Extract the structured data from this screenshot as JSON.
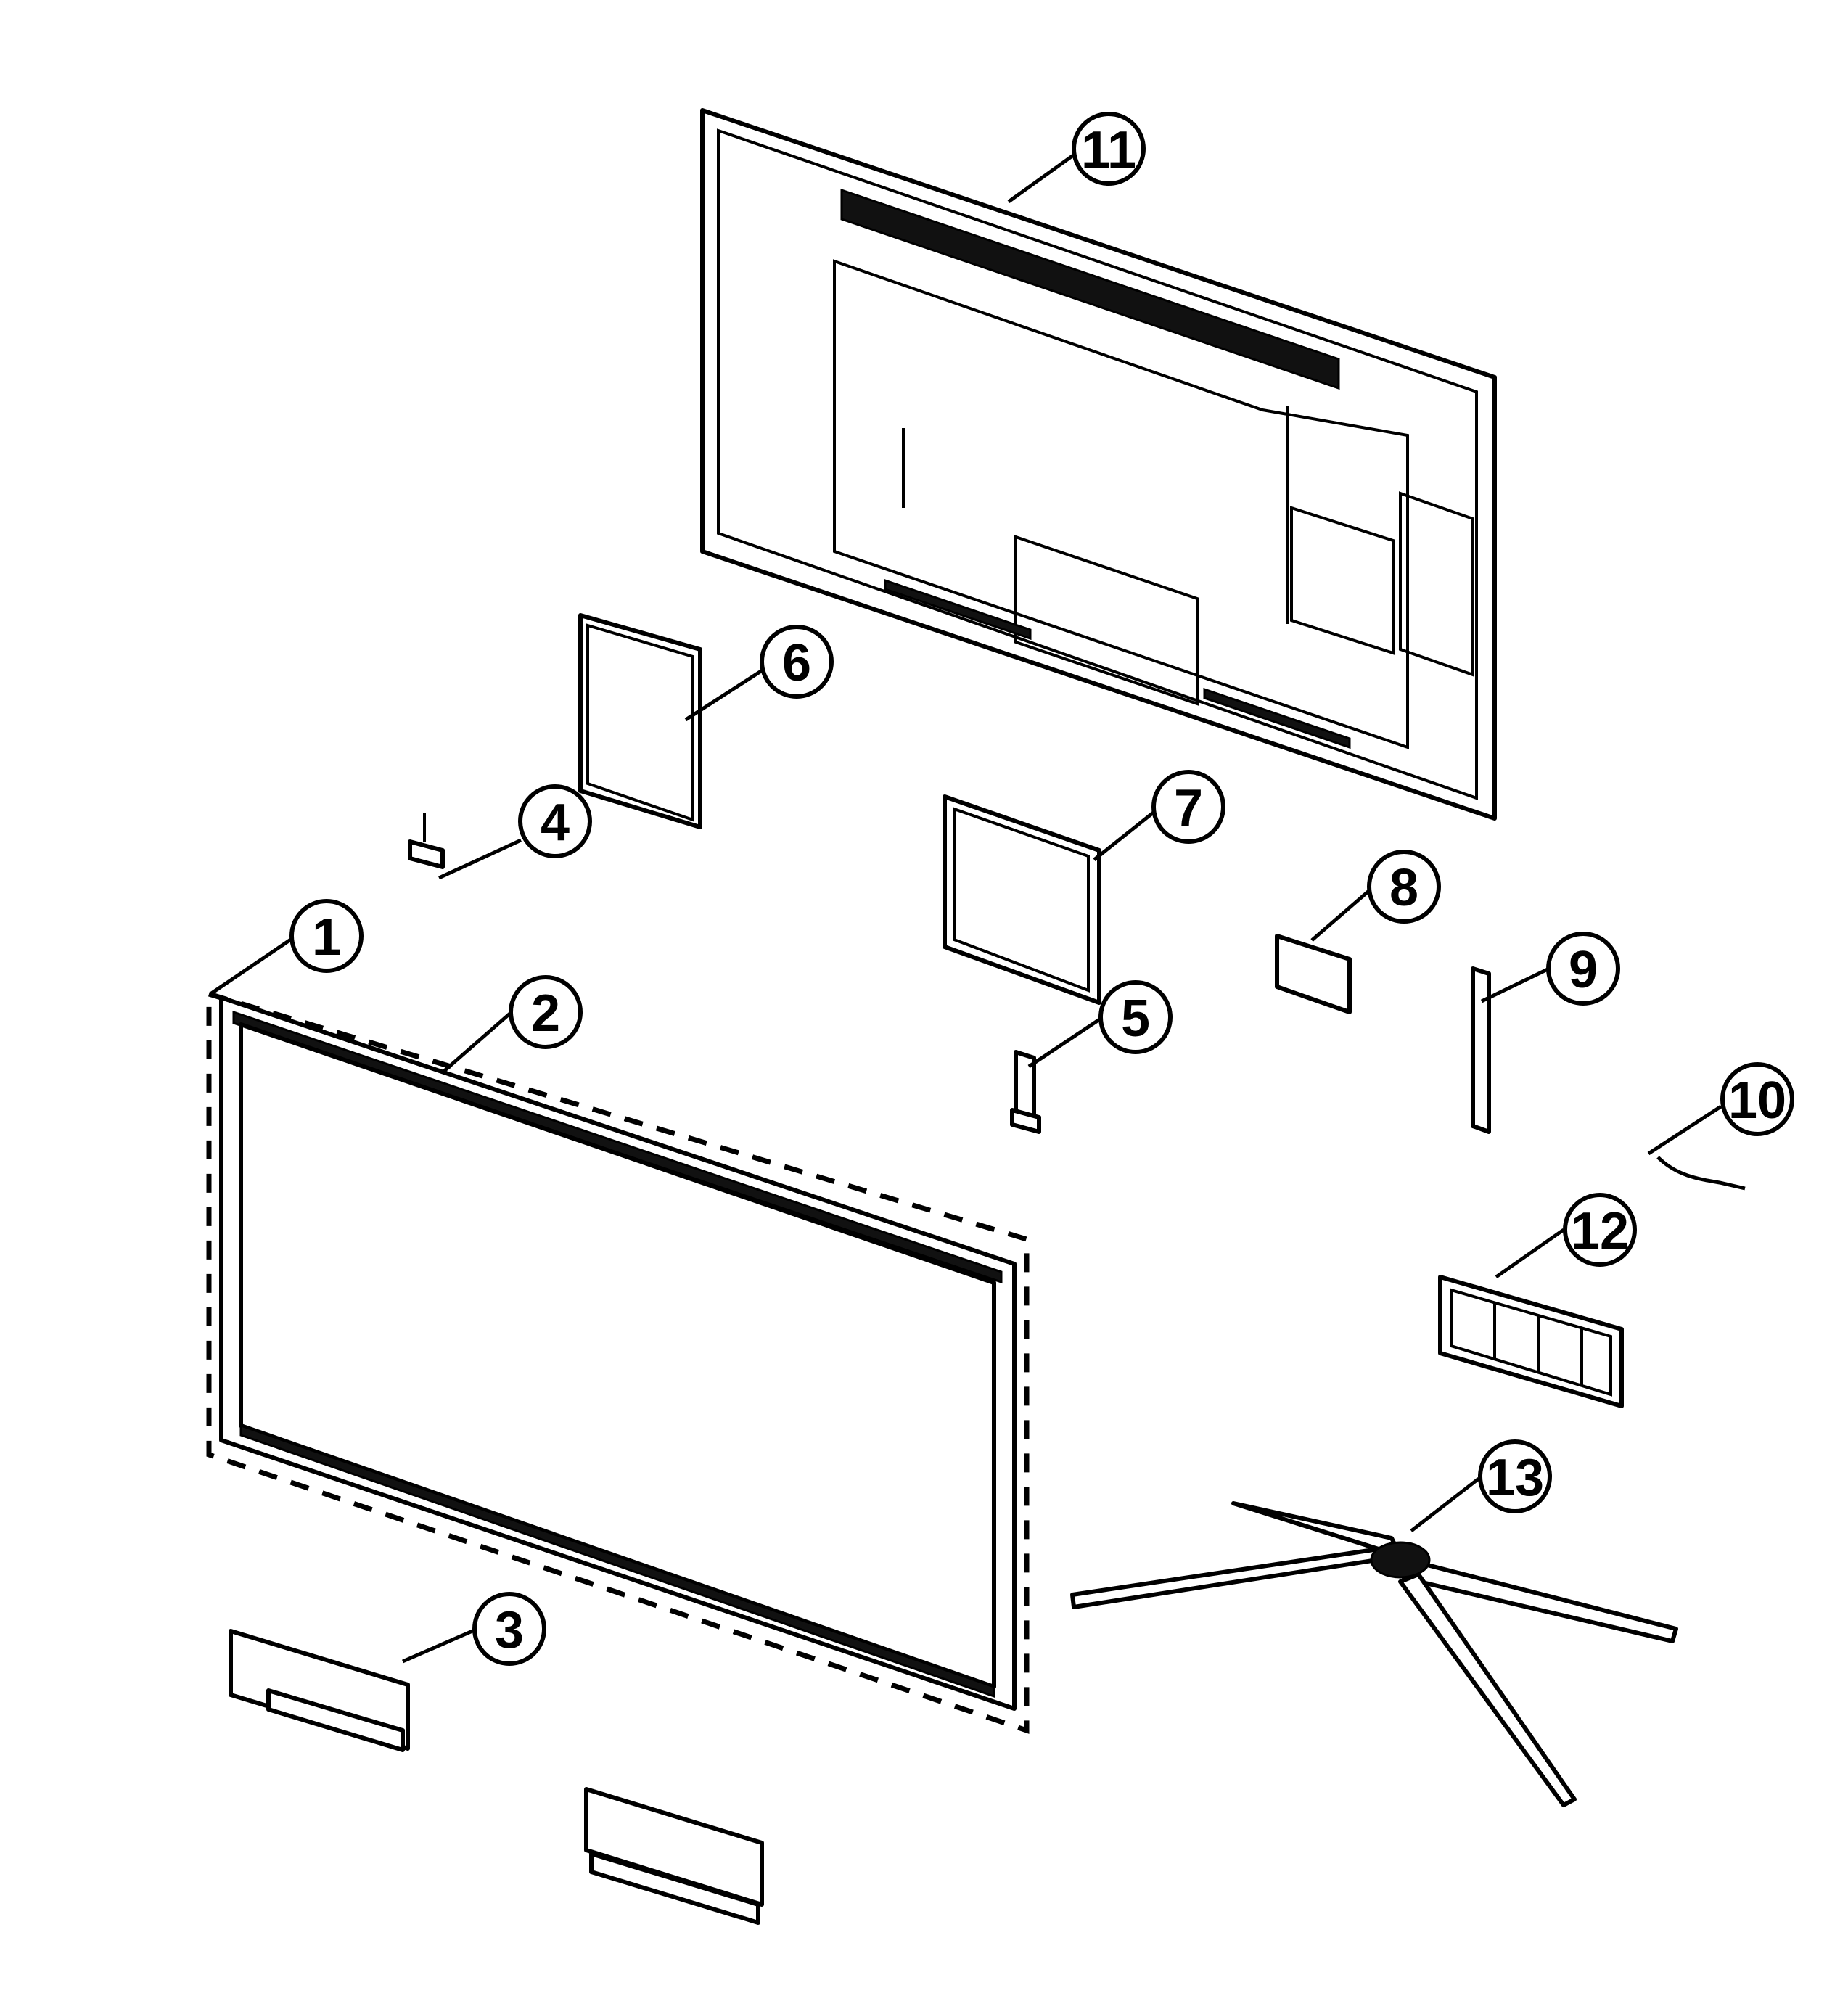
{
  "diagram": {
    "type": "exploded-parts-view",
    "callouts": [
      {
        "id": "1",
        "label": "1"
      },
      {
        "id": "2",
        "label": "2"
      },
      {
        "id": "3",
        "label": "3"
      },
      {
        "id": "4",
        "label": "4"
      },
      {
        "id": "5",
        "label": "5"
      },
      {
        "id": "6",
        "label": "6"
      },
      {
        "id": "7",
        "label": "7"
      },
      {
        "id": "8",
        "label": "8"
      },
      {
        "id": "9",
        "label": "9"
      },
      {
        "id": "10",
        "label": "10"
      },
      {
        "id": "11",
        "label": "11"
      },
      {
        "id": "12",
        "label": "12"
      },
      {
        "id": "13",
        "label": "13"
      }
    ]
  }
}
